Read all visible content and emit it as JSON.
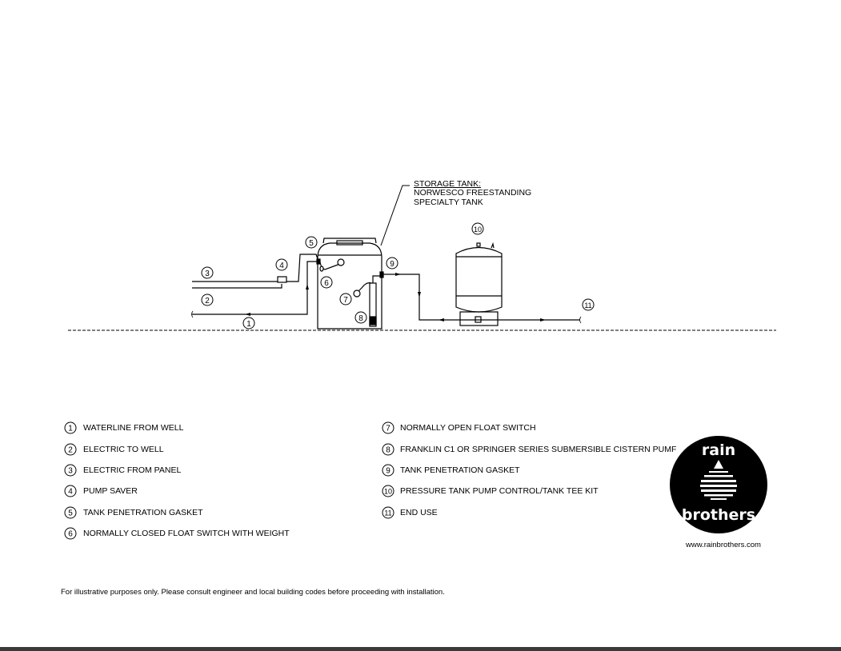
{
  "callout": {
    "line1": "STORAGE TANK:",
    "line2": "NORWESCO FREESTANDING",
    "line3": "SPECIALTY TANK"
  },
  "markers": [
    "1",
    "2",
    "3",
    "4",
    "5",
    "6",
    "7",
    "8",
    "9",
    "10",
    "11"
  ],
  "legend": [
    {
      "num": "1",
      "text": "WATERLINE FROM WELL"
    },
    {
      "num": "2",
      "text": "ELECTRIC TO WELL"
    },
    {
      "num": "3",
      "text": "ELECTRIC FROM PANEL"
    },
    {
      "num": "4",
      "text": "PUMP SAVER"
    },
    {
      "num": "5",
      "text": "TANK PENETRATION GASKET"
    },
    {
      "num": "6",
      "text": "NORMALLY CLOSED FLOAT SWITCH WITH WEIGHT"
    },
    {
      "num": "7",
      "text": "NORMALLY OPEN FLOAT SWITCH"
    },
    {
      "num": "8",
      "text": "FRANKLIN C1 OR SPRINGER SERIES SUBMERSIBLE CISTERN PUMF"
    },
    {
      "num": "9",
      "text": "TANK PENETRATION GASKET"
    },
    {
      "num": "10",
      "text": "PRESSURE TANK PUMP CONTROL/TANK TEE KIT"
    },
    {
      "num": "11",
      "text": "END USE"
    }
  ],
  "logo": {
    "top": "rain",
    "bottom": "brothers",
    "url": "www.rainbrothers.com"
  },
  "disclaimer": "For illustrative purposes only. Please consult engineer and local building codes before proceeding with installation."
}
